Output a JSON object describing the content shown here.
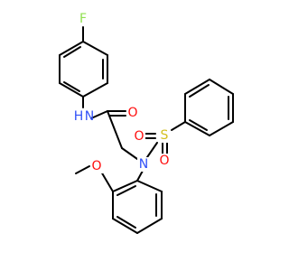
{
  "molecule": {
    "atoms": {
      "F": {
        "label": "F",
        "color": "#90e050"
      },
      "NH": {
        "label": "N",
        "sub": "H",
        "color": "#3050f8"
      },
      "O1": {
        "label": "O",
        "color": "#ff0d0d"
      },
      "N2": {
        "label": "N",
        "color": "#3050f8"
      },
      "S": {
        "label": "S",
        "color": "#d4c020"
      },
      "O2": {
        "label": "O",
        "color": "#ff0d0d"
      },
      "O3": {
        "label": "O",
        "color": "#ff0d0d"
      },
      "O4": {
        "label": "O",
        "color": "#ff0d0d"
      }
    }
  }
}
